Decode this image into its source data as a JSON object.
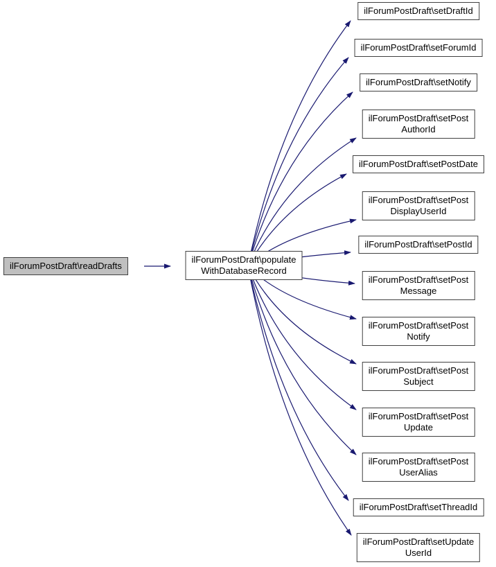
{
  "diagram": {
    "type": "call-graph",
    "background_color": "#ffffff",
    "edge_color": "#191970",
    "node_border_color": "#404040",
    "node_fill_color": "#ffffff",
    "highlight_fill_color": "#bfbfbf",
    "caller": {
      "label": "ilForumPostDraft\\readDrafts"
    },
    "hub": {
      "label": "ilForumPostDraft\\populate\nWithDatabaseRecord"
    },
    "callees": [
      {
        "label": "ilForumPostDraft\\setDraftId"
      },
      {
        "label": "ilForumPostDraft\\setForumId"
      },
      {
        "label": "ilForumPostDraft\\setNotify"
      },
      {
        "label": "ilForumPostDraft\\setPost\nAuthorId"
      },
      {
        "label": "ilForumPostDraft\\setPostDate"
      },
      {
        "label": "ilForumPostDraft\\setPost\nDisplayUserId"
      },
      {
        "label": "ilForumPostDraft\\setPostId"
      },
      {
        "label": "ilForumPostDraft\\setPost\nMessage"
      },
      {
        "label": "ilForumPostDraft\\setPost\nNotify"
      },
      {
        "label": "ilForumPostDraft\\setPost\nSubject"
      },
      {
        "label": "ilForumPostDraft\\setPost\nUpdate"
      },
      {
        "label": "ilForumPostDraft\\setPost\nUserAlias"
      },
      {
        "label": "ilForumPostDraft\\setThreadId"
      },
      {
        "label": "ilForumPostDraft\\setUpdate\nUserId"
      }
    ]
  }
}
